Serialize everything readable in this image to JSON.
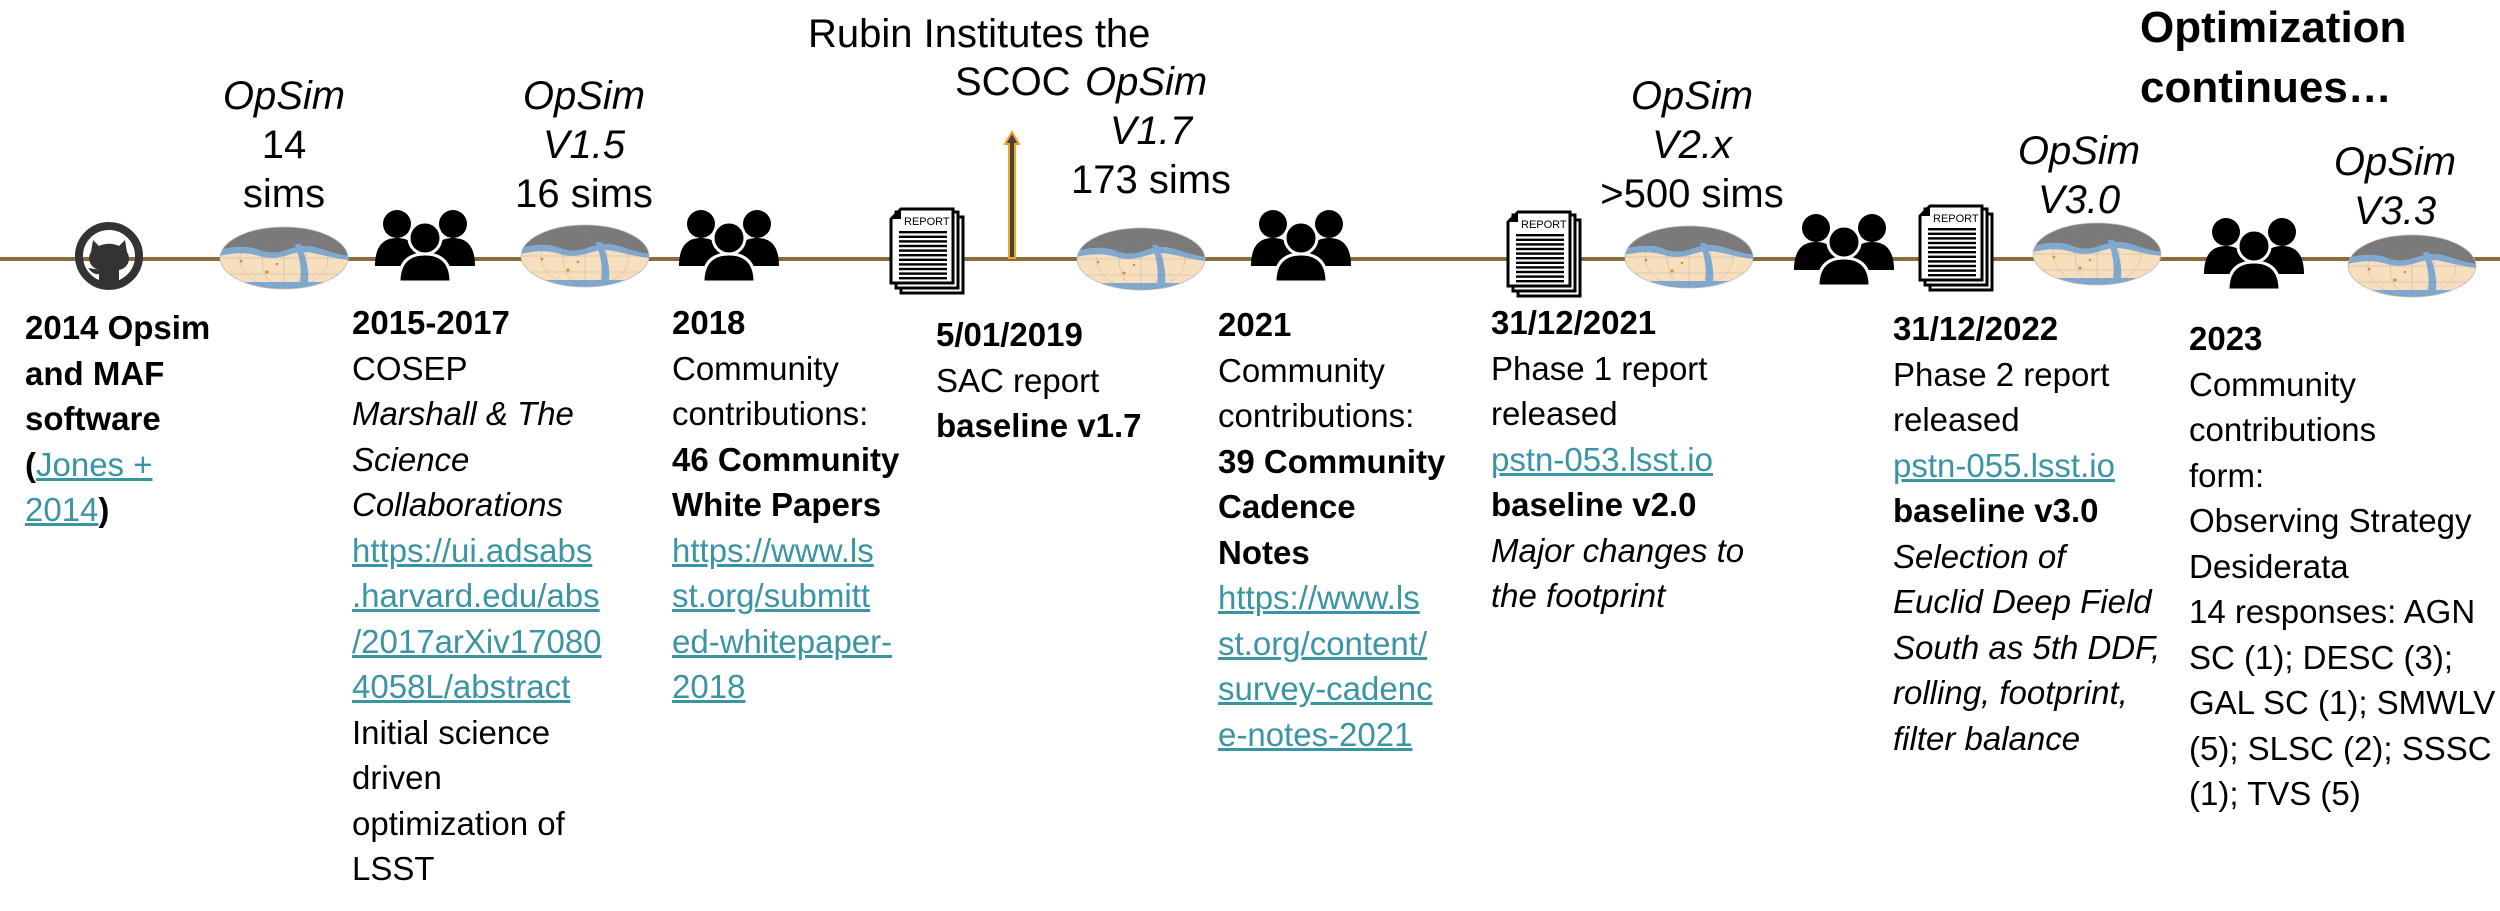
{
  "colors": {
    "timeline": "#8a6d3b",
    "link": "#3a94a4",
    "arrow_outline": "#f5a623",
    "arrow_fill": "#444444",
    "map_sky": "#7a7a7a",
    "map_band": "#7fa9d1",
    "map_footprint": "#f7dfbe"
  },
  "icons": {
    "github": "github-icon",
    "map": "sky-map-icon",
    "people": "people-group-icon",
    "report": "report-document-icon",
    "arrow": "arrow-up-icon",
    "report_label": "REPORT"
  },
  "top_labels": {
    "opsim_14": [
      "OpSim",
      "14",
      "sims"
    ],
    "opsim_v15": [
      "OpSim",
      "V1.5",
      "16 sims"
    ],
    "rubin": {
      "line1": "Rubin Institutes the",
      "line2": "SCOC"
    },
    "opsim_v17": [
      "OpSim",
      "V1.7",
      "173 sims"
    ],
    "opsim_v2x": [
      "OpSim",
      "V2.x",
      ">500 sims"
    ],
    "optimization": [
      "Optimization",
      "continues…"
    ],
    "opsim_v30": [
      "OpSim",
      "V3.0"
    ],
    "opsim_v33": [
      "OpSim",
      "V3.3"
    ]
  },
  "columns": [
    {
      "lines": [
        [
          {
            "t": "2014 Opsim",
            "s": "b"
          }
        ],
        [
          {
            "t": "and MAF",
            "s": "b"
          }
        ],
        [
          {
            "t": "software",
            "s": "b"
          }
        ],
        [
          {
            "t": "(",
            "s": "b"
          },
          {
            "t": "Jones +",
            "s": "link"
          }
        ],
        [
          {
            "t": "2014",
            "s": "link"
          },
          {
            "t": ")",
            "s": "b"
          }
        ]
      ]
    },
    {
      "lines": [
        [
          {
            "t": "2015-2017",
            "s": "b"
          }
        ],
        [
          {
            "t": "COSEP",
            "s": "n"
          }
        ],
        [
          {
            "t": "Marshall & The",
            "s": "i"
          }
        ],
        [
          {
            "t": "Science",
            "s": "i"
          }
        ],
        [
          {
            "t": "Collaborations",
            "s": "i"
          }
        ],
        [
          {
            "t": "https://ui.adsabs",
            "s": "link"
          }
        ],
        [
          {
            "t": ".harvard.edu/abs",
            "s": "link"
          }
        ],
        [
          {
            "t": "/2017arXiv17080",
            "s": "link"
          }
        ],
        [
          {
            "t": "4058L/abstract",
            "s": "link"
          }
        ],
        [
          {
            "t": "Initial science",
            "s": "n"
          }
        ],
        [
          {
            "t": "driven",
            "s": "n"
          }
        ],
        [
          {
            "t": "optimization of",
            "s": "n"
          }
        ],
        [
          {
            "t": "LSST",
            "s": "n"
          }
        ]
      ]
    },
    {
      "lines": [
        [
          {
            "t": "2018",
            "s": "b"
          }
        ],
        [
          {
            "t": "Community",
            "s": "n"
          }
        ],
        [
          {
            "t": "contributions:",
            "s": "n"
          }
        ],
        [
          {
            "t": "46 Community",
            "s": "b"
          }
        ],
        [
          {
            "t": "White Papers",
            "s": "b"
          }
        ],
        [
          {
            "t": "https://www.ls",
            "s": "link"
          }
        ],
        [
          {
            "t": "st.org/submitt",
            "s": "link"
          }
        ],
        [
          {
            "t": "ed-whitepaper-",
            "s": "link"
          }
        ],
        [
          {
            "t": "2018",
            "s": "link"
          }
        ]
      ]
    },
    {
      "lines": [
        [
          {
            "t": "5/01/2019",
            "s": "b"
          }
        ],
        [
          {
            "t": "SAC report",
            "s": "n"
          }
        ],
        [
          {
            "t": "baseline v1.7",
            "s": "b"
          }
        ]
      ]
    },
    {
      "lines": [
        [
          {
            "t": "2021",
            "s": "b"
          }
        ],
        [
          {
            "t": "Community",
            "s": "n"
          }
        ],
        [
          {
            "t": "contributions:",
            "s": "n"
          }
        ],
        [
          {
            "t": "39 Community",
            "s": "b"
          }
        ],
        [
          {
            "t": "Cadence",
            "s": "b"
          }
        ],
        [
          {
            "t": "Notes",
            "s": "b"
          }
        ],
        [
          {
            "t": "https://www.ls",
            "s": "link"
          }
        ],
        [
          {
            "t": "st.org/content/",
            "s": "link"
          }
        ],
        [
          {
            "t": "survey-cadenc",
            "s": "link"
          }
        ],
        [
          {
            "t": "e-notes-2021",
            "s": "link"
          }
        ]
      ]
    },
    {
      "lines": [
        [
          {
            "t": "31/12/2021",
            "s": "b"
          }
        ],
        [
          {
            "t": "Phase 1 report",
            "s": "n"
          }
        ],
        [
          {
            "t": "released",
            "s": "n"
          }
        ],
        [
          {
            "t": "pstn-053.lsst.io",
            "s": "link"
          }
        ],
        [
          {
            "t": "baseline v2.0",
            "s": "b"
          }
        ],
        [
          {
            "t": "Major changes to",
            "s": "i"
          }
        ],
        [
          {
            "t": "the footprint",
            "s": "i"
          }
        ]
      ]
    },
    {
      "lines": [
        [
          {
            "t": "31/12/2022",
            "s": "b"
          }
        ],
        [
          {
            "t": "Phase 2 report",
            "s": "n"
          }
        ],
        [
          {
            "t": "released",
            "s": "n"
          }
        ],
        [
          {
            "t": "pstn-055.lsst.io",
            "s": "link"
          }
        ],
        [
          {
            "t": "baseline v3.0",
            "s": "b"
          }
        ],
        [
          {
            "t": "Selection of",
            "s": "i"
          }
        ],
        [
          {
            "t": "Euclid Deep Field",
            "s": "i"
          }
        ],
        [
          {
            "t": "South as 5th DDF,",
            "s": "i"
          }
        ],
        [
          {
            "t": "rolling, footprint,",
            "s": "i"
          }
        ],
        [
          {
            "t": "filter balance",
            "s": "i"
          }
        ]
      ]
    },
    {
      "lines": [
        [
          {
            "t": "2023",
            "s": "b"
          }
        ],
        [
          {
            "t": "Community",
            "s": "n"
          }
        ],
        [
          {
            "t": "contributions",
            "s": "n"
          }
        ],
        [
          {
            "t": "form:",
            "s": "n"
          }
        ],
        [
          {
            "t": "Observing Strategy",
            "s": "n"
          }
        ],
        [
          {
            "t": "Desiderata",
            "s": "n"
          }
        ],
        [
          {
            "t": "14 responses: AGN",
            "s": "n"
          }
        ],
        [
          {
            "t": "SC (1); DESC (3);",
            "s": "n"
          }
        ],
        [
          {
            "t": "GAL SC (1); SMWLV",
            "s": "n"
          }
        ],
        [
          {
            "t": "(5); SLSC (2); SSSC",
            "s": "n"
          }
        ],
        [
          {
            "t": "(1); TVS (5)",
            "s": "n"
          }
        ]
      ]
    }
  ]
}
